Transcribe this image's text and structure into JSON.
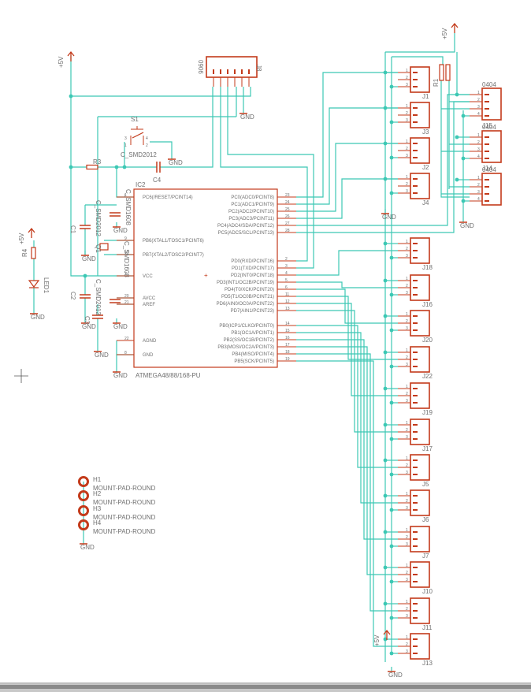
{
  "colors": {
    "wire": "#3cc8b4",
    "part": "#c33a1a",
    "label": "#6f6f6f",
    "background": "#ffffff"
  },
  "supply": {
    "vcc": "+5V",
    "gnd": "GND"
  },
  "mcu": {
    "ref": "IC2",
    "value": "ATMEGA48/88/168-PU",
    "left_pins": [
      {
        "name": "PC6(/RESET/PCINT14)",
        "num": "1"
      },
      {
        "name": "PB6(XTAL1/TOSC1/PCINT6)",
        "num": "9"
      },
      {
        "name": "PB7(XTAL2/TOSC2/PCINT7)",
        "num": "10"
      },
      {
        "name": "VCC",
        "num": "7"
      },
      {
        "name": "AVCC",
        "num": "20"
      },
      {
        "name": "AREF",
        "num": "21"
      },
      {
        "name": "AGND",
        "num": "22"
      },
      {
        "name": "GND",
        "num": "8"
      }
    ],
    "right_pins": [
      {
        "name": "PC0(ADC0/PCINT8)",
        "num": "23"
      },
      {
        "name": "PC1(ADC1/PCINT9)",
        "num": "24"
      },
      {
        "name": "PC2(ADC2/PCINT10)",
        "num": "25"
      },
      {
        "name": "PC3(ADC3/PCINT11)",
        "num": "26"
      },
      {
        "name": "PC4(ADC4/SDA/PCINT12)",
        "num": "27"
      },
      {
        "name": "PC5(ADC5/SCL/PCINT13)",
        "num": "28"
      },
      {
        "name": "PD0(RXD/PCINT16)",
        "num": "2"
      },
      {
        "name": "PD1(TXD/PCINT17)",
        "num": "3"
      },
      {
        "name": "PD2(INT0/PCINT18)",
        "num": "4"
      },
      {
        "name": "PD3(INT1/OC2B/PCINT19)",
        "num": "5"
      },
      {
        "name": "PD4(T0/XCK/PCINT20)",
        "num": "6"
      },
      {
        "name": "PD5(T1/OC0B/PCINT21)",
        "num": "11"
      },
      {
        "name": "PD6(AIN0/OC0A/PCINT22)",
        "num": "12"
      },
      {
        "name": "PD7(AIN1/PCINT23)",
        "num": "13"
      },
      {
        "name": "PB0(ICP1/CLKO/PCINT0)",
        "num": "14"
      },
      {
        "name": "PB1(OC1A/PCINT1)",
        "num": "15"
      },
      {
        "name": "PB2(SS/OC1B/PCINT2)",
        "num": "16"
      },
      {
        "name": "PB3(MOSI/OC2A/PCINT3)",
        "num": "17"
      },
      {
        "name": "PB4(MISO/PCINT4)",
        "num": "18"
      },
      {
        "name": "PB5(SCK/PCINT5)",
        "num": "19"
      }
    ]
  },
  "components": {
    "header": {
      "ref": "J8",
      "value": "0906"
    },
    "switch": {
      "ref": "S1",
      "value": "C_SMD2012",
      "pins": [
        "3",
        "1",
        "4",
        "2"
      ]
    },
    "r3": "R3",
    "c4": "C4",
    "c1": "C1",
    "c2": "C2",
    "c3": "C3",
    "c_smd2012_a": "C_SMD2012",
    "c_smd1608_a": "C_SMD1608",
    "c_smd1608_b": "C_SMD1608",
    "c_smd2012_b": "C_SMD2012",
    "resonator": "Q1",
    "r4": "R4",
    "led": "LED1",
    "r1": "R1",
    "i2c_headers": [
      {
        "ref": "J15",
        "value": "0404"
      },
      {
        "ref": "J14",
        "value": "0404"
      },
      {
        "ref": "",
        "value": "0404"
      }
    ]
  },
  "connectors_top": [
    "J1",
    "J3",
    "J2",
    "J4"
  ],
  "connectors_bottom": [
    "J18",
    "J16",
    "J20",
    "J22",
    "J19",
    "J17",
    "J5",
    "J6",
    "J7",
    "J10",
    "J11",
    "J13"
  ],
  "mounting": [
    {
      "ref": "H1",
      "value": "MOUNT-PAD-ROUND"
    },
    {
      "ref": "H2",
      "value": "MOUNT-PAD-ROUND"
    },
    {
      "ref": "H3",
      "value": "MOUNT-PAD-ROUND"
    },
    {
      "ref": "H4",
      "value": "MOUNT-PAD-ROUND"
    }
  ],
  "pin_numbers_3": [
    "1",
    "2",
    "3"
  ],
  "pin_numbers_4": [
    "1",
    "2",
    "3",
    "4"
  ]
}
